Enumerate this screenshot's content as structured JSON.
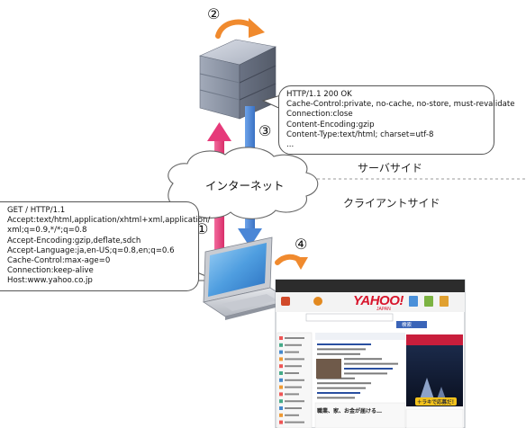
{
  "labels": {
    "num1": "①",
    "num2": "②",
    "num3": "③",
    "num4": "④",
    "internet": "インターネット",
    "server_side": "サーバサイド",
    "client_side": "クライアントサイド"
  },
  "request_lines": [
    "GET / HTTP/1.1",
    "Accept:text/html,application/xhtml+xml,application/",
    "xml;q=0.9,*/*;q=0.8",
    "Accept-Encoding:gzip,deflate,sdch",
    "Accept-Language:ja,en-US;q=0.8,en;q=0.6",
    "Cache-Control:max-age=0",
    "Connection:keep-alive",
    "Host:www.yahoo.co.jp"
  ],
  "response_lines": [
    "HTTP/1.1 200 OK",
    "Cache-Control:private, no-cache, no-store, must-revalidate",
    "Connection:close",
    "Content-Encoding:gzip",
    "Content-Type:text/html; charset=utf-8",
    "..."
  ],
  "webpage": {
    "logo": "YAHOO!",
    "logo_sub": "JAPAN",
    "search_button": "検索",
    "banner_text": "＋ラキで応募だ！",
    "headline": "職業、家、お金が届ける…"
  },
  "colors": {
    "request_arrow": "#e63a7a",
    "response_arrow": "#4a86d6",
    "cycle_arrow": "#f08a2e",
    "server_body": "#8e96a6"
  }
}
